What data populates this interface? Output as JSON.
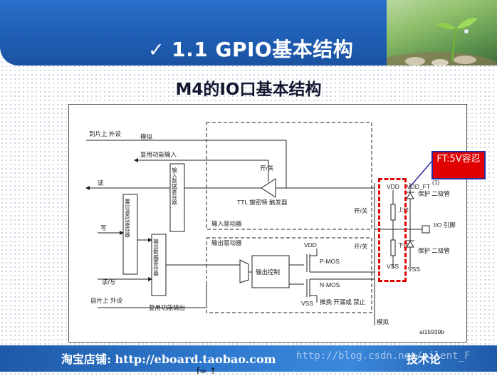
{
  "slide": {
    "title": "1.1  GPIO基本结构",
    "subtitle": "M4的IO口基本结构",
    "check_glyph": "✓"
  },
  "diagram": {
    "labels": {
      "to_chip_peripheral": "到片上\n外设",
      "analog_top": "模拟",
      "alt_func_input": "复用功能输入",
      "read": "读",
      "on_off_top": "开/关",
      "ttl_schmitt": "TTL 施密特\n触发器",
      "input_driver": "输入驱动器",
      "input_data_reg": "输入数据寄存器",
      "write": "写",
      "bit_set_reset_reg": "置位/复位寄存器",
      "output_data_reg": "输出数据寄存器",
      "output_driver": "输出驱动器",
      "on_off_mid": "开/关",
      "on_off_right": "开/关",
      "vdd_top": "VDD",
      "pmos": "P-MOS",
      "nmos": "N-MOS",
      "vss_bottom": "VSS",
      "output_control": "输出控制",
      "push_pull": "推挽\n开漏或\n禁止",
      "read_write": "读/写",
      "from_chip_peripheral": "自片上\n外设",
      "alt_func_output": "复用功能输出",
      "analog_bottom": "模拟",
      "vdd_rail": "VDD",
      "vdd_ft": "VDD_FT",
      "vdd_ft_note": "(1)",
      "pull_up": "上拉",
      "pull_down": "下拉",
      "vss_rail": "VSS",
      "protect_diode_top": "保护\n二极管",
      "protect_diode_bottom": "保护\n二极管",
      "io_pin": "I/O\n引脚",
      "vss_right": "VSS",
      "figure_id": "ai15939b"
    }
  },
  "callout": {
    "text": "FT:5V容忍"
  },
  "footer": {
    "shop": "淘宝店铺: http://eboard.taobao.com",
    "watermark": "http://blog.csdn.net/silent_F",
    "right": "技术论"
  },
  "cut_text": "f=    ↑"
}
